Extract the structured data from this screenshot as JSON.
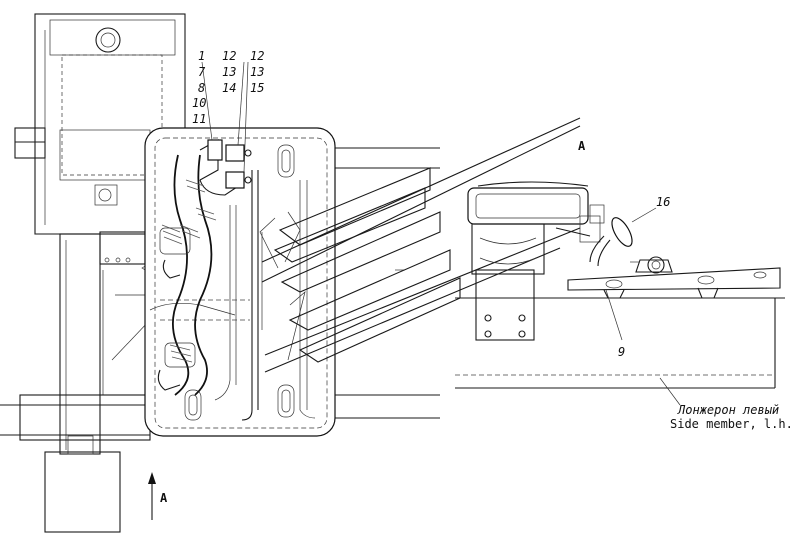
{
  "callouts": {
    "c1": "1",
    "c7": "7",
    "c8": "8",
    "c10": "10",
    "c11": "11",
    "c12a": "12",
    "c13a": "13",
    "c14": "14",
    "c12b": "12",
    "c13b": "13",
    "c15": "15",
    "c16": "16",
    "c9": "9"
  },
  "view_marks": {
    "view_a_top": "A",
    "view_a_bottom": "A"
  },
  "notes": {
    "side_member_ru": "Лонжерон левый",
    "side_member_en": "Side member, l.h."
  }
}
